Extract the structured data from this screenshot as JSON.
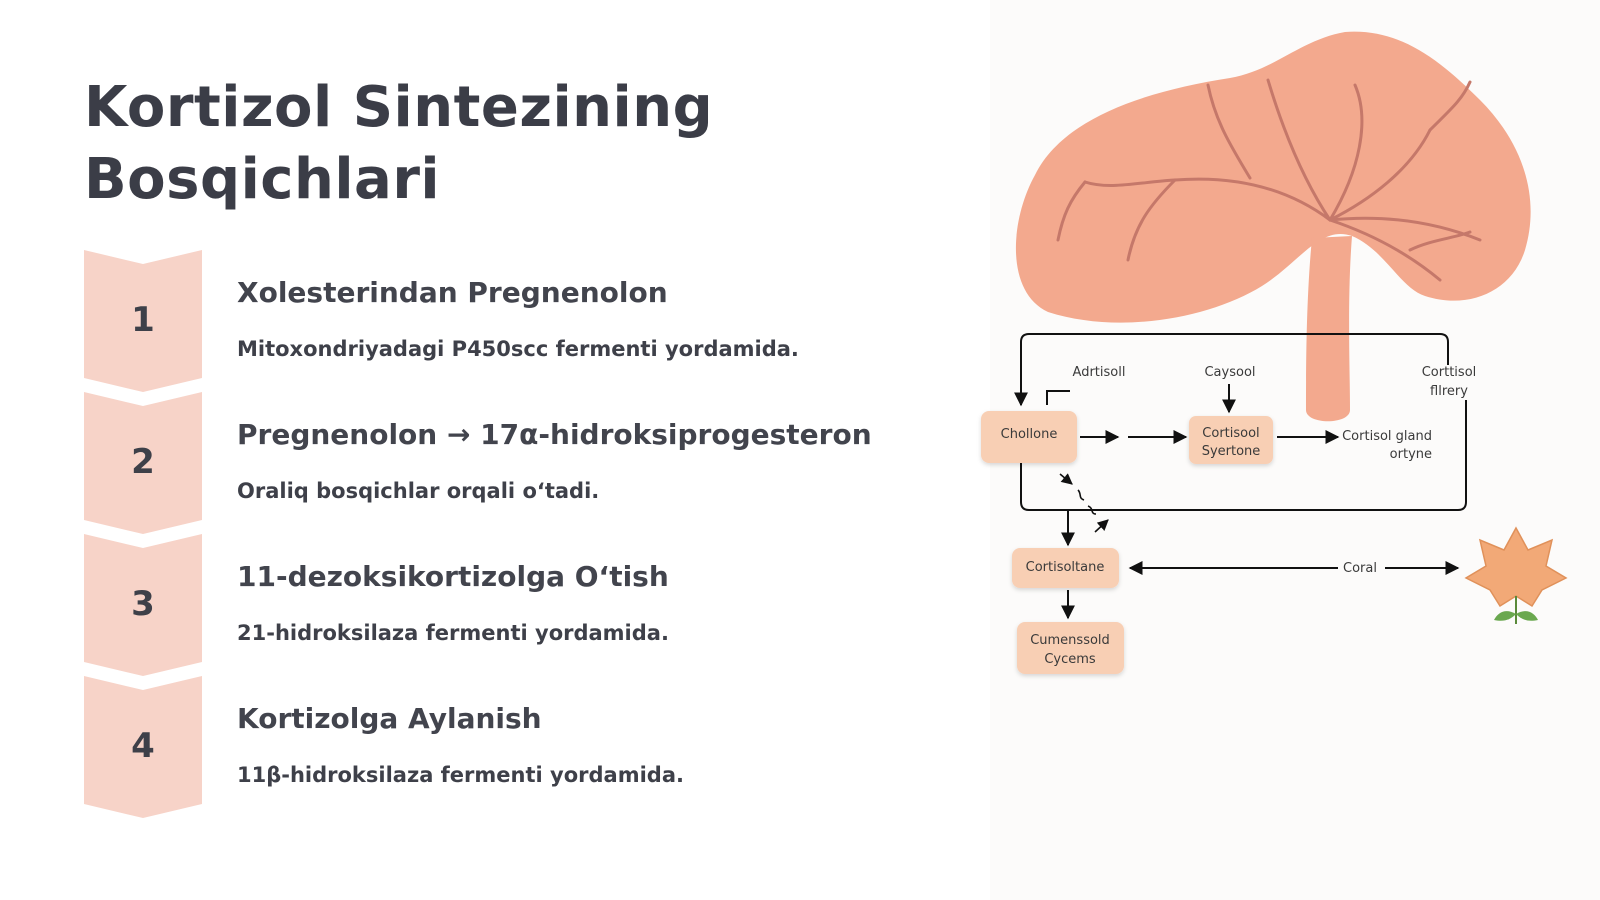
{
  "title": "Kortizol Sintezining Bosqichlari",
  "steps": [
    {
      "num": "1",
      "title": "Xolesterindan Pregnenolon",
      "desc": "Mitoxondriyadagi P450scc fermenti yordamida."
    },
    {
      "num": "2",
      "title": "Pregnenolon → 17α-hidroksiprogesteron",
      "desc": "Oraliq bosqichlar orqali o‘tadi."
    },
    {
      "num": "3",
      "title": "11-dezoksikortizolga O‘tish",
      "desc": "21-hidroksilaza fermenti yordamida."
    },
    {
      "num": "4",
      "title": "Kortizolga Aylanish",
      "desc": "11β-hidroksilaza fermenti yordamida."
    }
  ],
  "diagram": {
    "labels": {
      "adrtisoll": "Adrtisoll",
      "caysool": "Caysool",
      "corttisol_line1": "Corttisol",
      "corttisol_line2": "fllrery",
      "cortisol_gland_line1": "Cortisol gland",
      "cortisol_gland_line2": "ortyne",
      "coral": "Coral"
    },
    "nodes": {
      "chollone": "Chollone",
      "cortisool_line1": "Cortisool",
      "cortisool_line2": "Syertone",
      "cortisoltane": "Cortisoltane",
      "cumenssold_line1": "Cumenssold",
      "cumenssold_line2": "Cycems"
    }
  },
  "colors": {
    "chevron": "#f7d3c8",
    "node": "#f8cfb4",
    "gland": "#f3a98e",
    "vein": "#c5786a",
    "text": "#3b3d47"
  }
}
